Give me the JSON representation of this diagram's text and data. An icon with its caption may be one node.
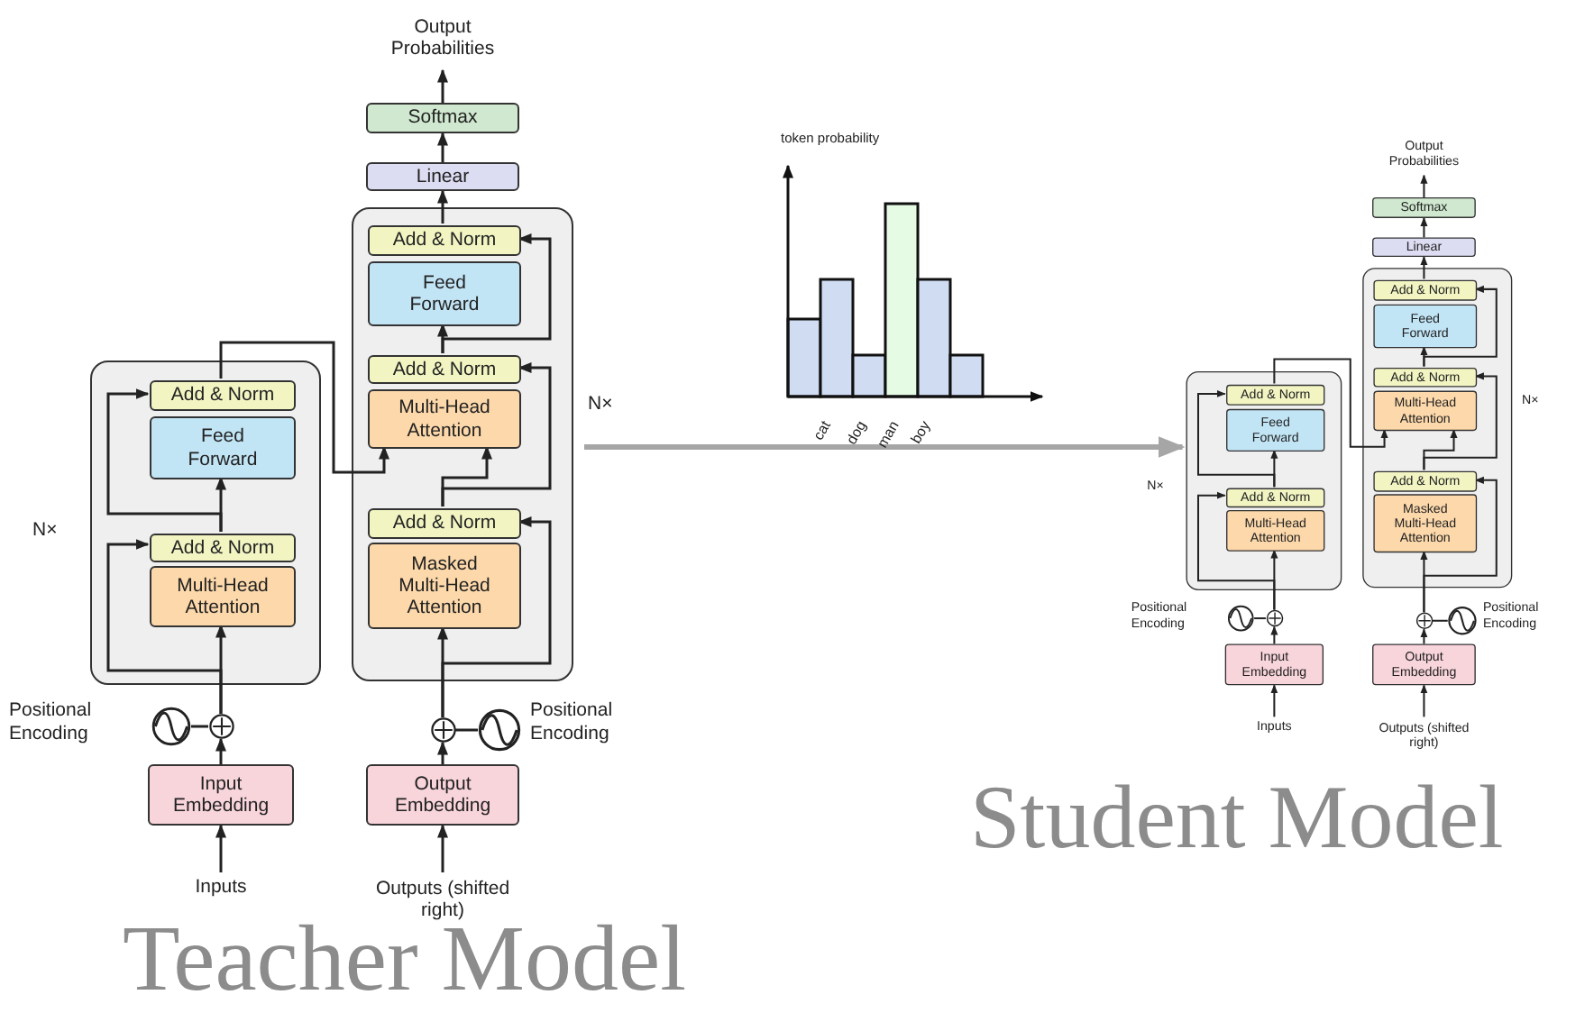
{
  "diagram": {
    "nodes": [
      {
        "text": [],
        "shape": "box",
        "beside": [
          "N×"
        ]
      },
      {
        "text": [
          "Add & Norm"
        ],
        "in": 0
      },
      {
        "text": [
          "Feed Forward"
        ],
        "in": 0
      },
      {
        "text": [
          "Add & Norm"
        ],
        "in": 0
      },
      {
        "text": [
          "Multi-Head Attention"
        ],
        "in": 0
      },
      {
        "text": [
          "Input Embedding"
        ]
      },
      {
        "text": [
          "Inputs"
        ]
      },
      {
        "text": [],
        "shape": "circle"
      },
      {
        "text": [],
        "shape": "circle",
        "beside": [
          "Positional Encoding"
        ]
      },
      {
        "text": [],
        "shape": "box",
        "beside": [
          "N×"
        ]
      },
      {
        "text": [
          "Add & Norm"
        ],
        "in": 9
      },
      {
        "text": [
          "Feed Forward"
        ],
        "in": 9
      },
      {
        "text": [
          "Add & Norm"
        ],
        "in": 9
      },
      {
        "text": [
          "Multi-Head Attention"
        ],
        "in": 9
      },
      {
        "text": [
          "Add & Norm"
        ],
        "in": 9
      },
      {
        "text": [
          "Masked Multi-Head Attention"
        ],
        "in": 9
      },
      {
        "text": [
          "Output Embedding"
        ]
      },
      {
        "text": [
          "Outputs (shifted right)"
        ]
      },
      {
        "text": [],
        "shape": "circle"
      },
      {
        "text": [],
        "shape": "circle",
        "beside": [
          "Positional Encoding"
        ]
      },
      {
        "text": [
          "Linear"
        ]
      },
      {
        "text": [
          "Softmax"
        ]
      },
      {
        "text": [
          "Output Probabilities"
        ]
      },
      {
        "text": [],
        "shape": "box",
        "beside": [
          "N×"
        ]
      },
      {
        "text": [
          "Add & Norm"
        ],
        "in": 23
      },
      {
        "text": [
          "Feed Forward"
        ],
        "in": 23
      },
      {
        "text": [
          "Add & Norm"
        ],
        "in": 23
      },
      {
        "text": [
          "Multi-Head Attention"
        ],
        "in": 23
      },
      {
        "text": [
          "Input Embedding"
        ]
      },
      {
        "text": [
          "Inputs"
        ]
      },
      {
        "text": [],
        "shape": "circle"
      },
      {
        "text": [],
        "shape": "circle",
        "beside": [
          "Positional Encoding"
        ]
      },
      {
        "text": [],
        "shape": "box",
        "beside": [
          "N×"
        ]
      },
      {
        "text": [
          "Add & Norm"
        ],
        "in": 32
      },
      {
        "text": [
          "Feed Forward"
        ],
        "in": 32
      },
      {
        "text": [
          "Add & Norm"
        ],
        "in": 32
      },
      {
        "text": [
          "Multi-Head Attention"
        ],
        "in": 32
      },
      {
        "text": [
          "Add & Norm"
        ],
        "in": 32
      },
      {
        "text": [
          "Masked Multi-Head Attention"
        ],
        "in": 32
      },
      {
        "text": [
          "Output Embedding"
        ]
      },
      {
        "text": [
          "Outputs (shifted right)"
        ]
      },
      {
        "text": [],
        "shape": "circle"
      },
      {
        "text": [],
        "shape": "circle",
        "beside": [
          "Positional Encoding"
        ]
      },
      {
        "text": [
          "Linear"
        ]
      },
      {
        "text": [
          "Softmax"
        ]
      },
      {
        "text": [
          "Output Probabilities"
        ]
      }
    ],
    "edges": [
      {
        "from": 6,
        "to": 5,
        "arrow": "to"
      },
      {
        "from": 5,
        "to": 7,
        "arrow": "to"
      },
      {
        "from": 8,
        "to": 7,
        "arrow": "none"
      },
      {
        "from": 7,
        "to": 4,
        "arrow": "to"
      },
      {
        "from": 7,
        "to": 3,
        "arrow": "to"
      },
      {
        "from": 3,
        "to": 2,
        "arrow": "to"
      },
      {
        "from": 3,
        "to": 1,
        "arrow": "to"
      },
      {
        "from": 1,
        "to": 13,
        "arrow": "to"
      },
      {
        "from": 17,
        "to": 16,
        "arrow": "to"
      },
      {
        "from": 16,
        "to": 18,
        "arrow": "to"
      },
      {
        "from": 19,
        "to": 18,
        "arrow": "none"
      },
      {
        "from": 18,
        "to": 15,
        "arrow": "to"
      },
      {
        "from": 18,
        "to": 14,
        "arrow": "to"
      },
      {
        "from": 14,
        "to": 13,
        "arrow": "to"
      },
      {
        "from": 14,
        "to": 12,
        "arrow": "to"
      },
      {
        "from": 12,
        "to": 11,
        "arrow": "to"
      },
      {
        "from": 12,
        "to": 10,
        "arrow": "to"
      },
      {
        "from": 10,
        "to": 20,
        "arrow": "to"
      },
      {
        "from": 20,
        "to": 21,
        "arrow": "to"
      },
      {
        "from": 21,
        "to": 22,
        "arrow": "to"
      },
      {
        "from": 29,
        "to": 28,
        "arrow": "to"
      },
      {
        "from": 28,
        "to": 30,
        "arrow": "to"
      },
      {
        "from": 31,
        "to": 30,
        "arrow": "none"
      },
      {
        "from": 30,
        "to": 27,
        "arrow": "to"
      },
      {
        "from": 30,
        "to": 26,
        "arrow": "to"
      },
      {
        "from": 26,
        "to": 25,
        "arrow": "to"
      },
      {
        "from": 26,
        "to": 24,
        "arrow": "to"
      },
      {
        "from": 24,
        "to": 36,
        "arrow": "to"
      },
      {
        "from": 40,
        "to": 39,
        "arrow": "to"
      },
      {
        "from": 39,
        "to": 41,
        "arrow": "to"
      },
      {
        "from": 42,
        "to": 41,
        "arrow": "none"
      },
      {
        "from": 41,
        "to": 38,
        "arrow": "to"
      },
      {
        "from": 41,
        "to": 37,
        "arrow": "to"
      },
      {
        "from": 37,
        "to": 36,
        "arrow": "to"
      },
      {
        "from": 37,
        "to": 35,
        "arrow": "to"
      },
      {
        "from": 35,
        "to": 34,
        "arrow": "to"
      },
      {
        "from": 35,
        "to": 33,
        "arrow": "to"
      },
      {
        "from": 33,
        "to": 43,
        "arrow": "to"
      },
      {
        "from": 43,
        "to": 44,
        "arrow": "to"
      },
      {
        "from": 44,
        "to": 45,
        "arrow": "to"
      },
      {
        "from": 9,
        "to": 23,
        "arrow": "to",
        "style": "thick",
        "color": "#a6a6a6"
      }
    ],
    "labels": [
      "token probability",
      "cat",
      "dog",
      "man",
      "boy",
      "Student Model",
      "Teacher Model"
    ]
  }
}
